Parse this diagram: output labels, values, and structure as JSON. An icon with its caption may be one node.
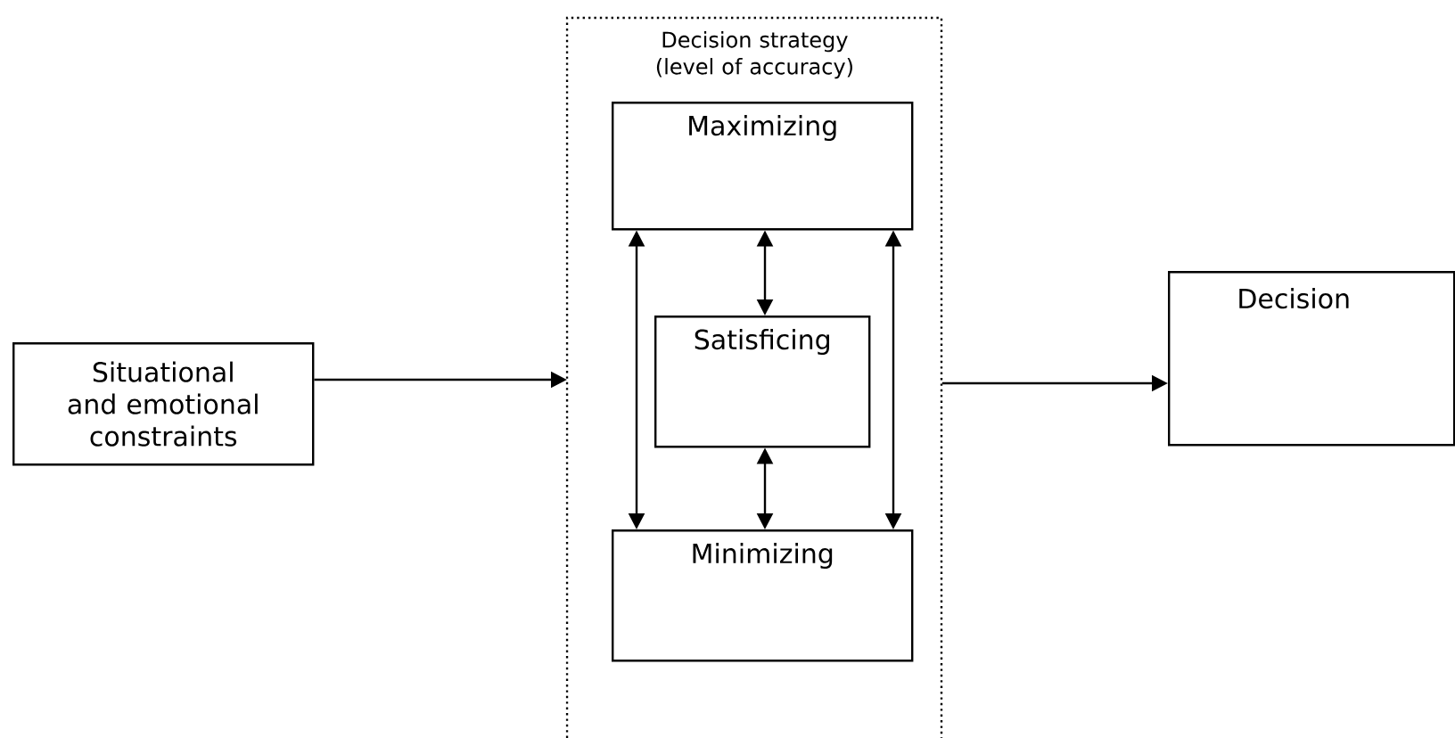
{
  "diagram": {
    "nodes": [
      {
        "text": [
          "Situational and emotional constraints"
        ]
      },
      {
        "text": [
          "Decision strategy (level of accuracy)"
        ]
      },
      {
        "text": [
          "Maximizing"
        ],
        "in": 1
      },
      {
        "text": [
          "Satisficing"
        ],
        "in": 1
      },
      {
        "text": [
          "Minimizing"
        ],
        "in": 1
      },
      {
        "text": [
          "Decision"
        ]
      }
    ],
    "edges": [
      {
        "from": 0,
        "to": 1,
        "arrow": "to"
      },
      {
        "from": 1,
        "to": 5,
        "arrow": "to"
      },
      {
        "from": 2,
        "to": 4,
        "arrow": "both"
      },
      {
        "from": 2,
        "to": 3,
        "arrow": "both"
      },
      {
        "from": 3,
        "to": 4,
        "arrow": "both"
      },
      {
        "from": 2,
        "to": 4,
        "arrow": "both"
      }
    ]
  }
}
